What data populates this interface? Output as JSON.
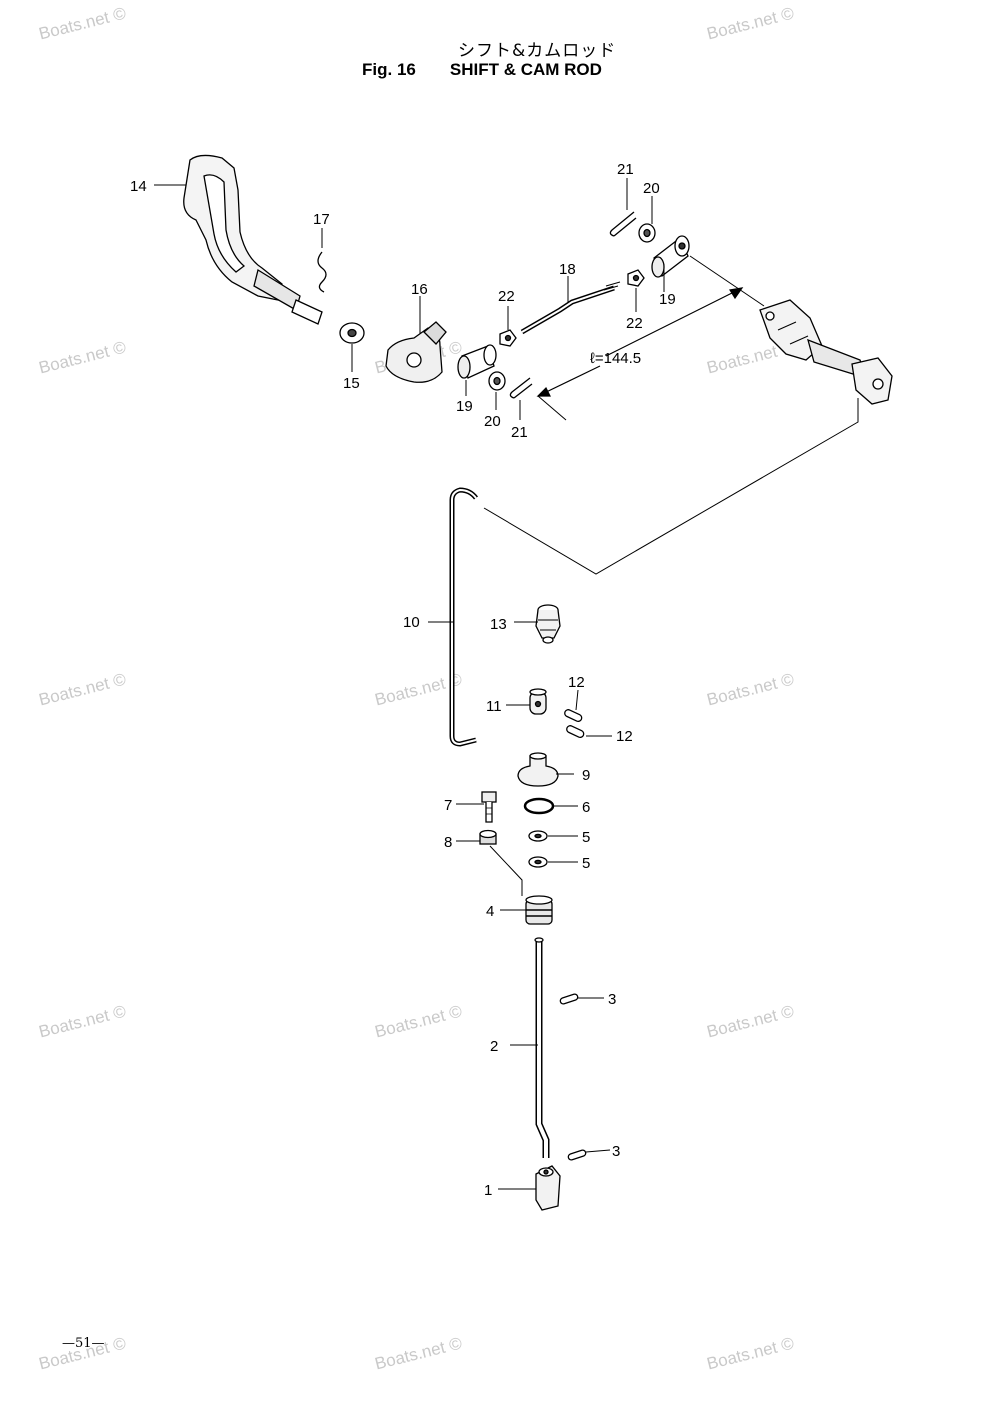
{
  "header": {
    "title_jp": "シフト&カムロッド",
    "figure": "Fig. 16",
    "title_en": "SHIFT & CAM ROD"
  },
  "dimension": "ℓ=144.5",
  "page_number": "—51—",
  "watermark": "Boats.net ©",
  "labels": {
    "p1": "1",
    "p2": "2",
    "p3a": "3",
    "p3b": "3",
    "p4": "4",
    "p5a": "5",
    "p5b": "5",
    "p6": "6",
    "p7": "7",
    "p8": "8",
    "p9": "9",
    "p10": "10",
    "p11": "11",
    "p12a": "12",
    "p12b": "12",
    "p13": "13",
    "p14": "14",
    "p15": "15",
    "p16": "16",
    "p17": "17",
    "p18": "18",
    "p19a": "19",
    "p19b": "19",
    "p20a": "20",
    "p20b": "20",
    "p21a": "21",
    "p21b": "21",
    "p22a": "22",
    "p22b": "22"
  }
}
